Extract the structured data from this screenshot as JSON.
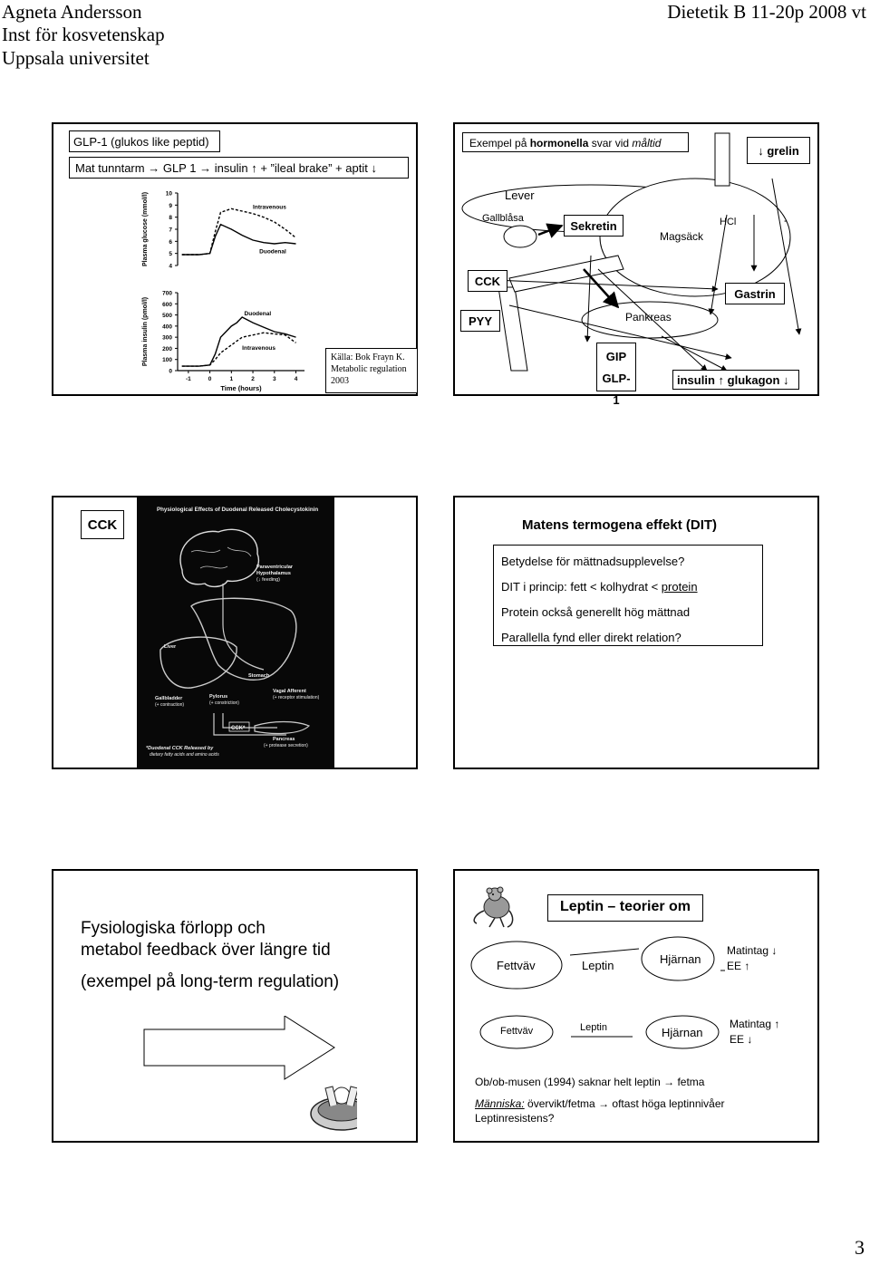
{
  "header": {
    "author": "Agneta Andersson",
    "dept": "Inst för kosvetenskap",
    "univ": "Uppsala universitet",
    "course": "Dietetik B 11-20p 2008 vt"
  },
  "slide1": {
    "title": "GLP-1 (glukos like peptid)",
    "line_a": "Mat tunntarm",
    "line_b": "GLP 1",
    "line_c": "insulin",
    "line_d": "+ ”ileal brake” + aptit",
    "source": "Källa: Bok Frayn K. Metabolic regulation 2003",
    "chart_data": [
      {
        "type": "line",
        "ylabel": "Plasma glucose (mmol/l)",
        "ylim": [
          4,
          10
        ],
        "yticks": [
          "10",
          "9",
          "8",
          "7",
          "6",
          "5",
          "4"
        ],
        "series": [
          {
            "name": "Intravenous",
            "style": "dashed",
            "x": [
              -1.3,
              -1,
              -0.5,
              0,
              0.25,
              0.5,
              1,
              1.5,
              2,
              2.5,
              3,
              3.5,
              4
            ],
            "y": [
              4.9,
              4.9,
              4.9,
              5.0,
              6.8,
              8.4,
              8.7,
              8.5,
              8.3,
              8.0,
              7.6,
              7.0,
              6.3
            ]
          },
          {
            "name": "Duodenal",
            "style": "solid",
            "x": [
              -1.3,
              -1,
              -0.5,
              0,
              0.25,
              0.5,
              1,
              1.5,
              2,
              2.5,
              3,
              3.5,
              4
            ],
            "y": [
              4.9,
              4.9,
              4.9,
              5.0,
              6.4,
              7.4,
              7.0,
              6.5,
              6.1,
              5.9,
              5.8,
              5.9,
              5.8
            ]
          }
        ]
      },
      {
        "type": "line",
        "xlabel": "Time (hours)",
        "ylabel": "Plasma insulin (pmol/l)",
        "ylim": [
          0,
          700
        ],
        "yticks": [
          "700",
          "600",
          "500",
          "400",
          "300",
          "200",
          "100",
          "0"
        ],
        "xticks": [
          "-1",
          "0",
          "1",
          "2",
          "3",
          "4"
        ],
        "series": [
          {
            "name": "Duodenal",
            "style": "solid",
            "x": [
              -1.3,
              -1,
              -0.5,
              0,
              0.25,
              0.5,
              0.75,
              1,
              1.25,
              1.5,
              2,
              2.5,
              3,
              3.5,
              4
            ],
            "y": [
              40,
              40,
              40,
              50,
              150,
              300,
              350,
              400,
              430,
              480,
              430,
              390,
              350,
              330,
              300
            ]
          },
          {
            "name": "Intravenous",
            "style": "dashed",
            "x": [
              -1.3,
              -1,
              -0.5,
              0,
              0.25,
              0.5,
              1,
              1.5,
              2,
              2.5,
              3,
              3.5,
              4
            ],
            "y": [
              40,
              40,
              40,
              50,
              100,
              160,
              230,
              300,
              320,
              340,
              330,
              320,
              250
            ]
          }
        ]
      }
    ]
  },
  "slide2": {
    "title_pre": "Exempel på ",
    "title_bold": "hormonella",
    "title_mid": " svar vid ",
    "title_ital": "måltid",
    "grelin": "grelin",
    "lever": "Lever",
    "gallblasa": "Gallblåsa",
    "sekretin": "Sekretin",
    "magsack": "Magsäck",
    "hcl": "HCl",
    "dash": "-",
    "cck": "CCK",
    "gastrin": "Gastrin",
    "pyy": "PYY",
    "pankreas": "Pankreas",
    "gip": "GIP",
    "glp1": "GLP-1",
    "insulin": "insulin",
    "glukagon": "glukagon"
  },
  "slide3": {
    "label": "CCK",
    "fig_title": "Physiological Effects of Duodenal Released Cholecystokinin",
    "paraventricular": "Paraventricular",
    "hypothalamus": "Hypothalamus",
    "feeding": "(↓ feeding)",
    "liver": "Liver",
    "stomach": "Stomach",
    "vagal": "Vagal Afferent",
    "receptor": "(+ receptor stimulation)",
    "gallbladder": "Gallbladder",
    "contraction": "(+ contraction)",
    "pylorus": "Pylorus",
    "constriction": "(+ constriction)",
    "cck_star": "CCK*",
    "pancreas": "Pancreas",
    "protease": "(+ protease secretion)",
    "footnote1": "*Duodenal CCK Released by",
    "footnote2": "dietary fatty acids and amino acids"
  },
  "slide4": {
    "title": "Matens termogena effekt (DIT)",
    "line1": "Betydelse för mättnadsupplevelse?",
    "line2_pre": "DIT i princip:  fett < kolhydrat < ",
    "line2_u": "protein",
    "line3": "Protein också generellt hög mättnad",
    "line4": "Parallella fynd eller direkt relation?"
  },
  "slide5": {
    "line1": "Fysiologiska förlopp och",
    "line2": "metabol feedback över längre tid",
    "line3": "(exempel på long-term regulation)"
  },
  "slide6": {
    "title": "Leptin – teorier om",
    "fettvav": "Fettväv",
    "leptin": "Leptin",
    "hjarnan": "Hjärnan",
    "matintag": "Matintag",
    "ee": "EE",
    "ob_line_a": "Ob/ob-musen (1994) saknar helt leptin",
    "ob_line_b": "fetma",
    "manniska": "Människa:",
    "man_line_a": " övervikt/fetma",
    "man_line_b": "oftast höga leptinnivåer",
    "resist": "Leptinresistens?"
  },
  "page_number": "3"
}
